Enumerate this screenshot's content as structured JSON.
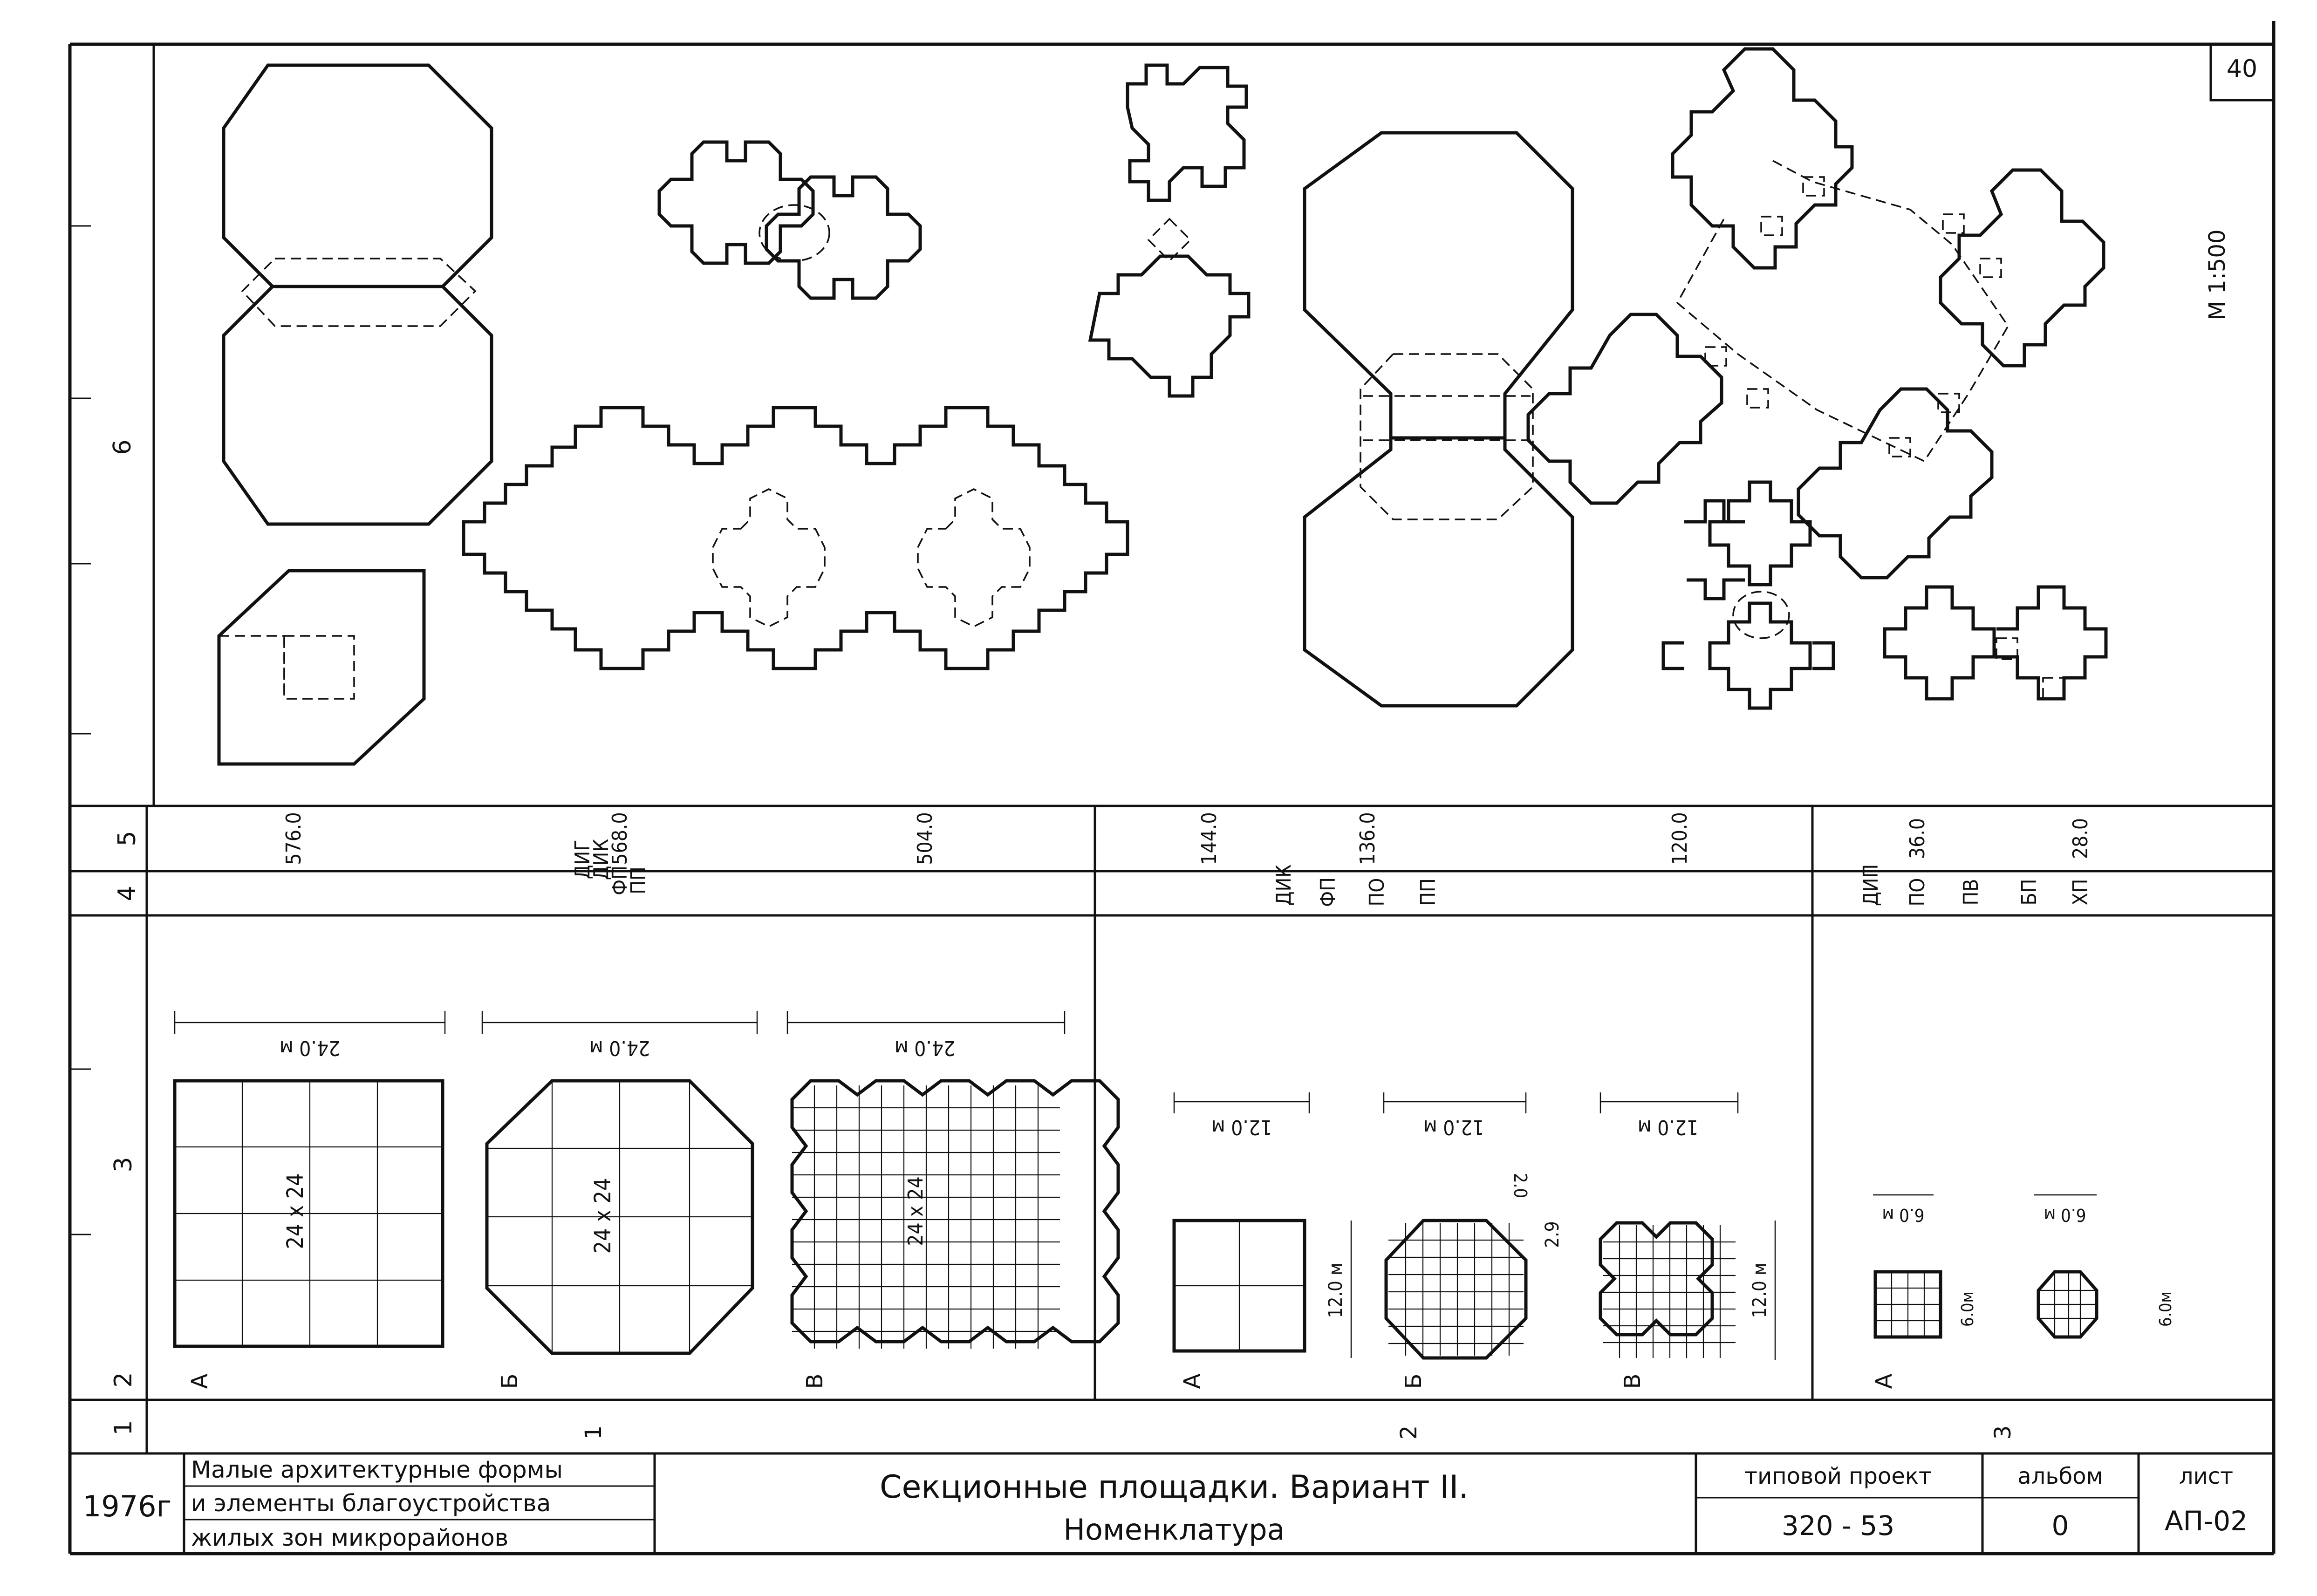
{
  "sheet_number": "40",
  "scale": "М 1:500",
  "row_labels": [
    "6",
    "5",
    "4",
    "3",
    "2",
    "1"
  ],
  "areas": [
    "576.0",
    "568.0",
    "504.0",
    "144.0",
    "136.0",
    "120.0",
    "36.0",
    "28.0"
  ],
  "codes": {
    "group1": [
      "ДИГ",
      "ДИК",
      "ФП",
      "ПП"
    ],
    "group2": [
      "ДИК",
      "ФП",
      "ПО",
      "ПП"
    ],
    "group3": [
      "ДИП",
      "ПО",
      "ПВ",
      "БП",
      "ХП"
    ]
  },
  "dims": {
    "d24": "24.0 м",
    "d24_alt": "24.0 м",
    "d12": "12.0 м",
    "d12_side": "12.0 м",
    "d6": "6.0 м",
    "d6_side": "6.0м",
    "d6_side2": "6.0м",
    "d20": "2.0",
    "d29": "2.9"
  },
  "grid_labels": {
    "g1": "24 х 24",
    "g2": "24 х 24",
    "g3": "24 х 24"
  },
  "variant_letters": [
    "А",
    "Б",
    "В",
    "А",
    "Б",
    "В",
    "А"
  ],
  "group_numbers": [
    "1",
    "2",
    "3"
  ],
  "title_block": {
    "year": "1976г",
    "org_line1": "Малые архитектурные формы",
    "org_line2": "и элементы благоустройства",
    "org_line3": "жилых зон микрорайонов",
    "title_line1": "Секционные площадки.  Вариант  II.",
    "title_line2": "Номенклатура",
    "project_label": "типовой проект",
    "project_value": "320 - 53",
    "album_label": "альбом",
    "album_value": "0",
    "sheet_label": "лист",
    "sheet_value": "АП-02"
  }
}
